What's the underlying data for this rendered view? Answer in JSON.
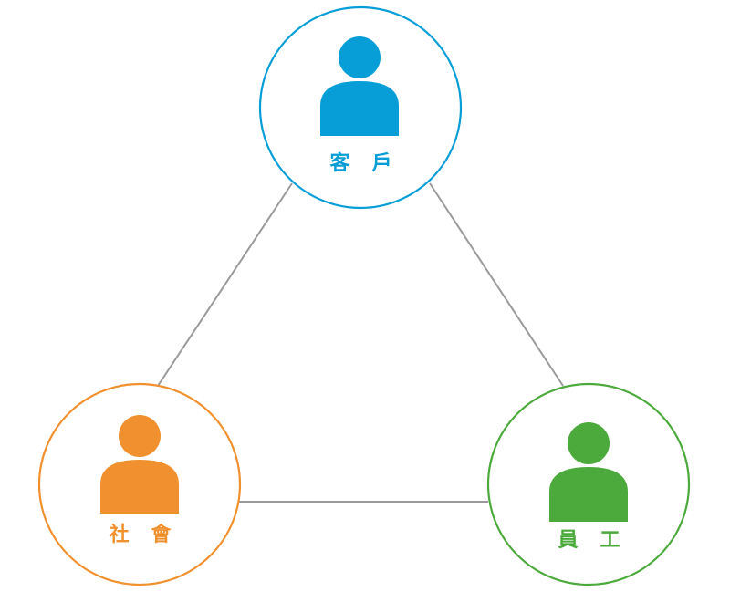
{
  "diagram": {
    "nodes": [
      {
        "id": "customer",
        "label": "客　戶",
        "color": "#079ed7",
        "icon": "person-icon"
      },
      {
        "id": "employee",
        "label": "員　工",
        "color": "#4caa3c",
        "icon": "person-icon"
      },
      {
        "id": "society",
        "label": "社　會",
        "color": "#f0902e",
        "icon": "person-icon"
      }
    ],
    "connector_color": "#9a9a9a",
    "connectors": [
      {
        "from": "customer",
        "to": "society"
      },
      {
        "from": "customer",
        "to": "employee"
      },
      {
        "from": "society",
        "to": "employee"
      }
    ]
  }
}
